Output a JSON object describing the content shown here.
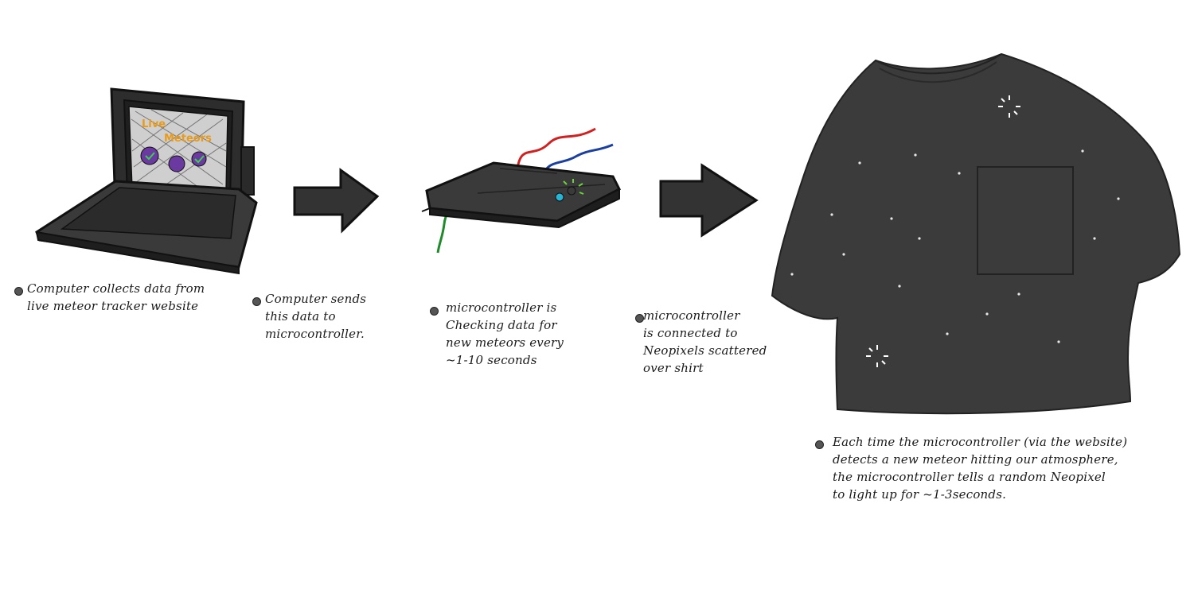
{
  "steps": [
    {
      "text": "Computer collects data from\nlive meteor tracker website"
    },
    {
      "text": "Computer sends\nthis data to\nmicrocontroller."
    },
    {
      "text": "microcontroller is\nChecking data for\nnew meteors every\n~1-10 seconds"
    },
    {
      "text": "microcontroller\nis connected to\nNeopixels scattered\nover shirt"
    },
    {
      "text": "Each time the microcontroller (via the website)\ndetects a new meteor hitting our atmosphere,\nthe microcontroller tells a random Neopixel\nto light up for ~1-3seconds."
    }
  ],
  "screen": {
    "line1": "Live",
    "line2": "Meteors"
  },
  "colors": {
    "ink": "#1a1a1a",
    "device": "#3a3a3a",
    "shirt": "#3b3b3b",
    "wire_red": "#d22020",
    "wire_blue": "#1a3fa0",
    "wire_green": "#1f8a2a",
    "screen_accent": "#e89a1a",
    "screen_purple": "#6a3aa0"
  }
}
